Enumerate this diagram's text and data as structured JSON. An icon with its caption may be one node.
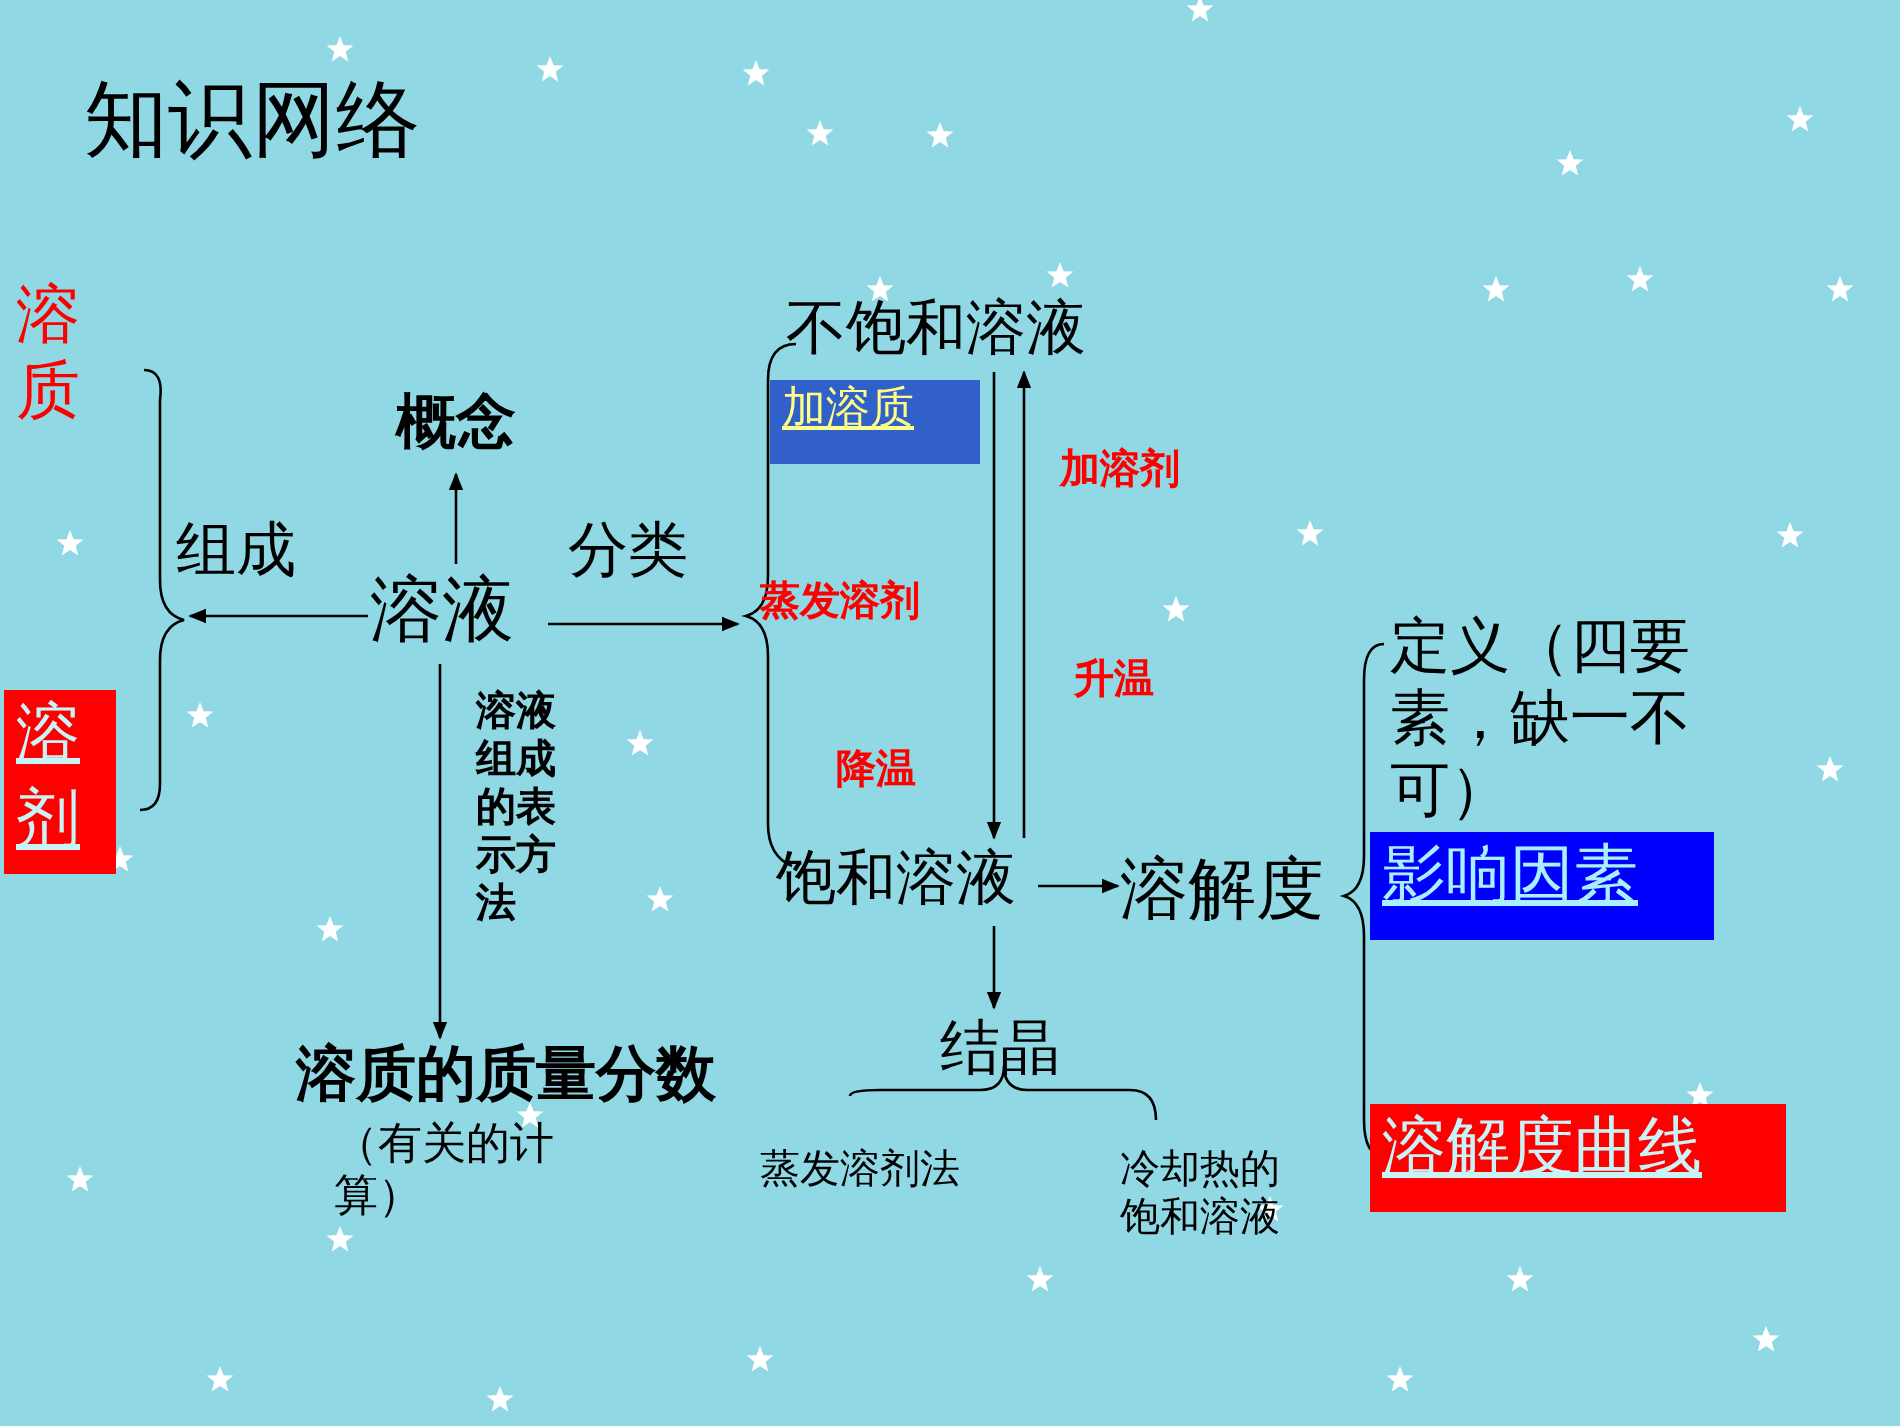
{
  "diagram": {
    "title": "知识网络",
    "nodes": [
      {
        "text": [
          "溶剂"
        ]
      },
      {
        "text": [
          "概念"
        ]
      },
      {
        "text": [
          "溶液"
        ]
      },
      {
        "text": [
          "不饱和溶液"
        ]
      },
      {
        "text": [
          "加溶质"
        ]
      },
      {
        "text": [
          "饱和溶液"
        ]
      },
      {
        "text": [
          "溶质的质量分数",
          "（有关的计算）"
        ]
      },
      {
        "text": [
          "溶解度"
        ]
      },
      {
        "text": [
          "结晶"
        ]
      },
      {
        "text": [
          "影响因素"
        ]
      },
      {
        "text": [
          "溶解度曲线"
        ]
      },
      {
        "text": [],
        "shape": "brace"
      },
      {
        "text": [],
        "shape": "brace"
      }
    ],
    "edges": [
      {
        "from": 2,
        "to": 1,
        "arrow": "to"
      },
      {
        "from": 2,
        "to": 11,
        "arrow": "to",
        "label": "组成"
      },
      {
        "from": 2,
        "to": 12,
        "arrow": "to",
        "label": "分类"
      },
      {
        "from": 2,
        "to": 6,
        "arrow": "to",
        "label": "溶液组成的表示方法"
      },
      {
        "from": 3,
        "to": 5,
        "arrow": "to"
      },
      {
        "from": 5,
        "to": 3,
        "arrow": "to"
      },
      {
        "from": 5,
        "to": 7,
        "arrow": "to"
      },
      {
        "from": 5,
        "to": 8,
        "arrow": "to"
      }
    ],
    "labels": [
      "溶质",
      "加溶剂",
      "蒸发溶剂",
      "升温",
      "定义（四要素，缺一不可）",
      "降温",
      "蒸发溶剂法",
      "冷却热的饱和溶液"
    ]
  }
}
